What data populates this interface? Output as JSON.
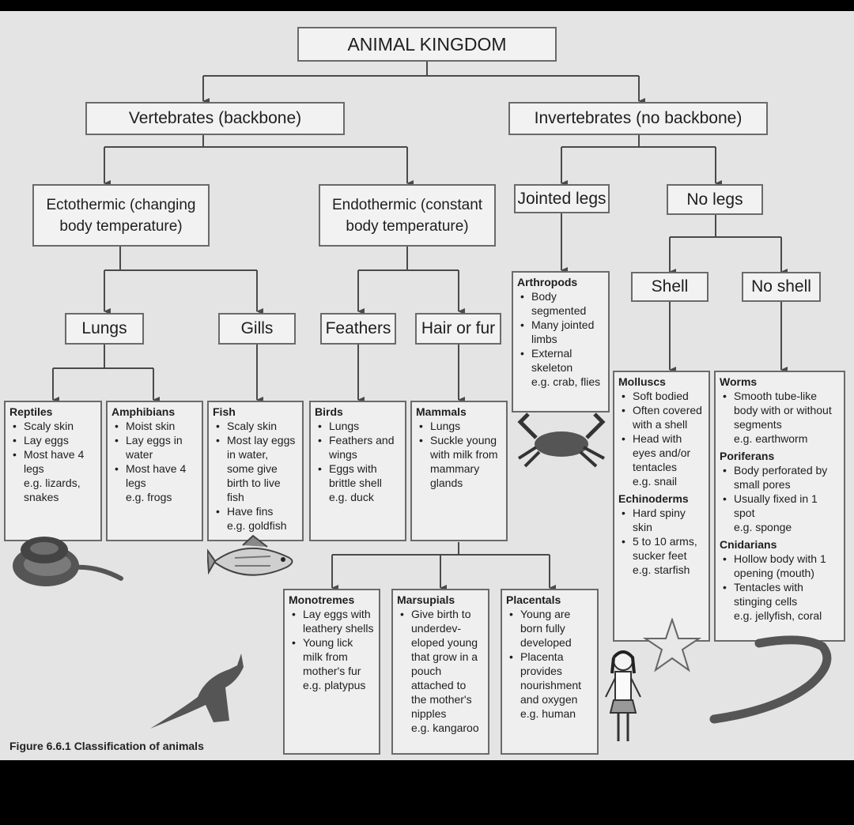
{
  "root": "ANIMAL KINGDOM",
  "vertebrates": "Vertebrates (backbone)",
  "invertebrates": "Invertebrates (no backbone)",
  "ectothermic": {
    "line1": "Ectothermic (changing",
    "line2": "body temperature)"
  },
  "endothermic": {
    "line1": "Endothermic (constant",
    "line2": "body temperature)"
  },
  "jointed_legs": "Jointed legs",
  "no_legs": "No legs",
  "lungs": "Lungs",
  "gills": "Gills",
  "feathers": "Feathers",
  "hair_or_fur": "Hair or fur",
  "shell": "Shell",
  "no_shell": "No shell",
  "groups": {
    "reptiles": {
      "title": "Reptiles",
      "items": [
        "Scaly skin",
        "Lay eggs",
        "Most have 4 legs"
      ],
      "example": "e.g. lizards, snakes"
    },
    "amphibians": {
      "title": "Amphibians",
      "items": [
        "Moist skin",
        "Lay eggs in water",
        "Most have 4 legs"
      ],
      "example": "e.g. frogs"
    },
    "fish": {
      "title": "Fish",
      "items": [
        "Scaly skin",
        "Most lay eggs in water, some give birth to live fish",
        "Have fins"
      ],
      "example": "e.g. goldfish"
    },
    "birds": {
      "title": "Birds",
      "items": [
        "Lungs",
        "Feathers and wings",
        "Eggs with brittle shell"
      ],
      "example": "e.g. duck"
    },
    "mammals": {
      "title": "Mammals",
      "items": [
        "Lungs",
        "Suckle young with milk from mammary glands"
      ],
      "example": ""
    },
    "arthropods": {
      "title": "Arthropods",
      "items": [
        "Body segmented",
        "Many jointed limbs",
        "External skeleton"
      ],
      "example": "e.g. crab, flies"
    },
    "molluscs": {
      "title": "Molluscs",
      "items": [
        "Soft bodied",
        "Often covered with a shell",
        "Head with eyes and/or tentacles"
      ],
      "example": "e.g. snail"
    },
    "echinoderms": {
      "title": "Echinoderms",
      "items": [
        "Hard spiny skin",
        "5 to 10 arms, sucker feet"
      ],
      "example": "e.g. starfish"
    },
    "worms": {
      "title": "Worms",
      "items": [
        "Smooth tube-like body with or without segments"
      ],
      "example": "e.g. earthworm"
    },
    "poriferans": {
      "title": "Poriferans",
      "items": [
        "Body perforated by small pores",
        "Usually fixed in 1 spot"
      ],
      "example": "e.g. sponge"
    },
    "cnidarians": {
      "title": "Cnidarians",
      "items": [
        "Hollow body with 1 opening (mouth)",
        "Tentacles with stinging cells"
      ],
      "example": "e.g. jellyfish, coral"
    },
    "monotremes": {
      "title": "Monotremes",
      "items": [
        "Lay eggs with leathery shells",
        "Young lick milk from mother's fur"
      ],
      "example": "e.g. platypus"
    },
    "marsupials": {
      "title": "Marsupials",
      "items": [
        "Give birth to underdev-eloped young that grow in a pouch attached to the mother's nipples"
      ],
      "example": "e.g. kangaroo"
    },
    "placentals": {
      "title": "Placentals",
      "items": [
        "Young are born fully developed",
        "Placenta provides nourishment and oxygen"
      ],
      "example": "e.g. human"
    }
  },
  "caption": "Figure 6.6.1  Classification of animals"
}
